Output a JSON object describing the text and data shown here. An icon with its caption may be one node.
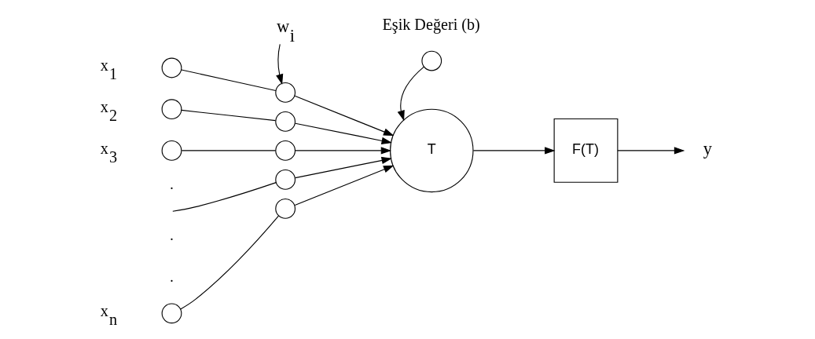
{
  "diagram": {
    "nodes": [
      {
        "text": [
          "w$_{i}$"
        ]
      },
      {
        "text": [],
        "shape": "circle",
        "beside": [
          "Eşik Değeri (b)"
        ]
      },
      {
        "text": [],
        "shape": "circle",
        "beside": [
          "x$_{1}$"
        ]
      },
      {
        "text": [],
        "shape": "circle"
      },
      {
        "text": [],
        "shape": "circle",
        "beside": [
          "x$_{2}$"
        ]
      },
      {
        "text": [],
        "shape": "circle"
      },
      {
        "text": [],
        "shape": "circle",
        "beside": [
          "x$_{3}$"
        ]
      },
      {
        "text": [],
        "shape": "circle"
      },
      {
        "text": [],
        "shape": "circle"
      },
      {
        "text": [
          "T"
        ]
      },
      {
        "text": [
          "F(T)"
        ]
      },
      {
        "text": [
          "y"
        ]
      },
      {
        "text": [],
        "shape": "circle"
      },
      {
        "text": [],
        "shape": "circle",
        "beside": [
          "x$_{n}$"
        ]
      }
    ],
    "edges": [
      {
        "from": 0,
        "to": 3,
        "arrow": "to"
      },
      {
        "from": 1,
        "to": 9,
        "arrow": "to"
      },
      {
        "from": 2,
        "to": 3,
        "arrow": "none"
      },
      {
        "from": 4,
        "to": 5,
        "arrow": "none"
      },
      {
        "from": 6,
        "to": 7,
        "arrow": "none"
      },
      {
        "from": null,
        "to": 8,
        "arrow": "none"
      },
      {
        "from": 13,
        "to": 12,
        "arrow": "none"
      },
      {
        "from": 3,
        "to": 9,
        "arrow": "to"
      },
      {
        "from": 5,
        "to": 9,
        "arrow": "to"
      },
      {
        "from": 7,
        "to": 9,
        "arrow": "to"
      },
      {
        "from": 8,
        "to": 9,
        "arrow": "to"
      },
      {
        "from": 12,
        "to": 9,
        "arrow": "to"
      },
      {
        "from": 9,
        "to": 10,
        "arrow": "to"
      },
      {
        "from": 10,
        "to": 11,
        "arrow": "to"
      }
    ],
    "labels": [
      ".",
      ".",
      "."
    ]
  }
}
